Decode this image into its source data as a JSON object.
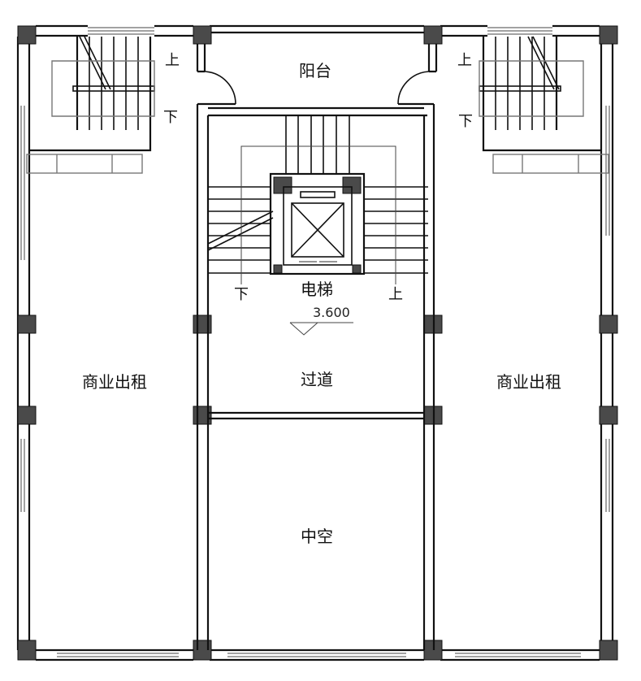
{
  "rooms": {
    "balcony": "阳台",
    "elevator": "电梯",
    "corridor": "过道",
    "commercial_left": "商业出租",
    "commercial_right": "商业出租",
    "void": "中空"
  },
  "stair_marks": {
    "left_up": "上",
    "left_down": "下",
    "right_up": "上",
    "right_down": "下",
    "center_down": "下",
    "center_up": "上"
  },
  "elevation": "3.600"
}
